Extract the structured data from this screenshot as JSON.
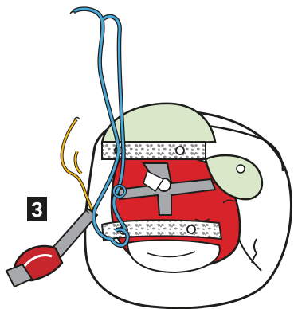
{
  "step": {
    "number": "3"
  },
  "colors": {
    "outline": "#1d1d1b",
    "shell": "#ffffff",
    "green_pad": "#d9e8c9",
    "red_lining": "#d8232a",
    "grey_strap": "#a8a9ad",
    "blue_cord": "#4aa8d8",
    "yellow_cord": "#f2b51a",
    "terrazzo_strip": "#9a9a9a",
    "handle_red": "#c8262d"
  },
  "icons": [
    "helmet-illustration",
    "blue-cord",
    "yellow-cord",
    "grey-strap",
    "step-badge"
  ]
}
